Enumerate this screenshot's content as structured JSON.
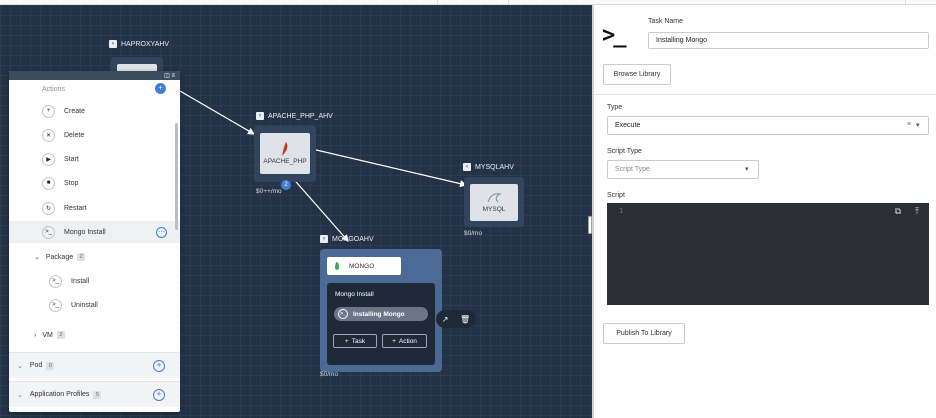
{
  "canvas": {
    "services": [
      {
        "name": "HAPROXYAHV",
        "price": "",
        "inner_label": "",
        "count": ""
      },
      {
        "name": "APACHE_PHP_AHV",
        "price": "$0++/mo",
        "inner_label": "APACHE_PHP",
        "count": "2"
      },
      {
        "name": "MYSQLAHV",
        "price": "$0/mo",
        "inner_label": "MYSQL",
        "count": ""
      },
      {
        "name": "MONGOAHV",
        "price": "$0/mo",
        "inner_label": "MONGO",
        "count": ""
      }
    ],
    "mongo_popup": {
      "title": "Mongo Install",
      "selected_task": "Installing Mongo",
      "add_task_label": "Task",
      "add_action_label": "Action"
    }
  },
  "actions_panel": {
    "header": "Actions",
    "items": [
      {
        "label": "Create",
        "icon": "plus-circle-icon"
      },
      {
        "label": "Delete",
        "icon": "x-circle-icon"
      },
      {
        "label": "Start",
        "icon": "play-icon"
      },
      {
        "label": "Stop",
        "icon": "stop-icon"
      },
      {
        "label": "Restart",
        "icon": "restart-icon"
      },
      {
        "label": "Mongo Install",
        "icon": "terminal-icon",
        "selected": true
      }
    ],
    "package": {
      "label": "Package",
      "count": "2",
      "items": [
        "Install",
        "Uninstall"
      ]
    },
    "vm": {
      "label": "VM",
      "count": "2"
    },
    "pod": {
      "label": "Pod",
      "count": "0"
    },
    "application_profiles": {
      "label": "Application Profiles",
      "count": "5"
    }
  },
  "config": {
    "task_name_label": "Task Name",
    "task_name_value": "Installing Mongo",
    "browse_library": "Browse Library",
    "type_label": "Type",
    "type_value": "Execute",
    "script_type_label": "Script Type",
    "script_type_placeholder": "Script Type",
    "script_label": "Script",
    "line_number": "1",
    "publish_button": "Publish To Library"
  },
  "colors": {
    "canvas_bg": "#243247",
    "accent": "#3f7fd6",
    "mongo_panel": "#4b6a95",
    "editor_bg": "#2b2f33"
  }
}
